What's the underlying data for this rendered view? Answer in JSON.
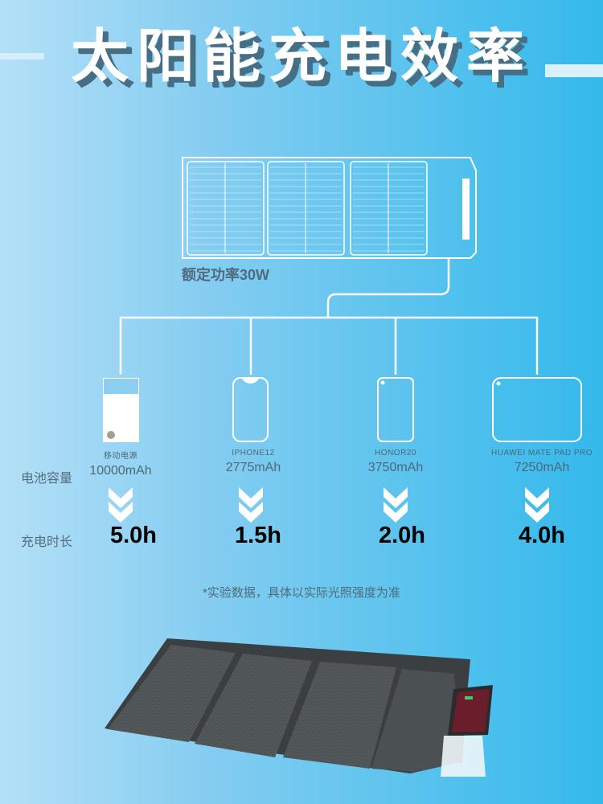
{
  "title": "太阳能充电效率",
  "panel": {
    "rated_power_label": "额定功率30W"
  },
  "row_labels": {
    "capacity": "电池容量",
    "charge_time": "充电时长"
  },
  "devices": [
    {
      "name": "移动电源",
      "capacity": "10000mAh",
      "charge_time": "5.0h",
      "icon": "power-bank-icon"
    },
    {
      "name": "IPHONE12",
      "capacity": "2775mAh",
      "charge_time": "1.5h",
      "icon": "smartphone-notch-icon"
    },
    {
      "name": "HONOR20",
      "capacity": "3750mAh",
      "charge_time": "2.0h",
      "icon": "smartphone-icon"
    },
    {
      "name": "HUAWEI MATE PAD PRO",
      "capacity": "7250mAh",
      "charge_time": "4.0h",
      "icon": "tablet-icon"
    }
  ],
  "footnote": "*实验数据，具体以实际光照强度为准",
  "colors": {
    "bg_left": "#b4e0f7",
    "bg_right": "#33b9ec",
    "title_shadow": "#466f86",
    "label_text": "#4e6878"
  }
}
